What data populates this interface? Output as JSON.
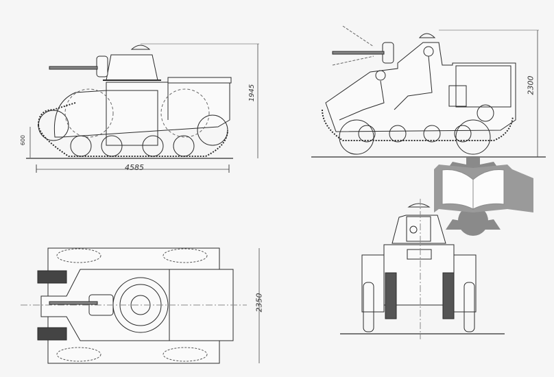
{
  "drawing": {
    "subject": "Light tank / armoured vehicle — orthographic drawing",
    "background": "#f6f6f6",
    "line_color": "#2a2a2a",
    "views": [
      {
        "id": "side-view-exterior",
        "label": "Side view (exterior)"
      },
      {
        "id": "side-view-cutaway",
        "label": "Side view (cutaway with crew and engine)"
      },
      {
        "id": "top-view",
        "label": "Top view"
      },
      {
        "id": "front-view",
        "label": "Front view"
      }
    ],
    "dimensions": {
      "side_length": "4585",
      "side_height": "1945",
      "ground_clearance": "600",
      "cutaway_height": "2300",
      "top_width": "2350"
    }
  },
  "watermark": {
    "icon": "open-book-gear-logo",
    "color": "#8a8a8a"
  }
}
